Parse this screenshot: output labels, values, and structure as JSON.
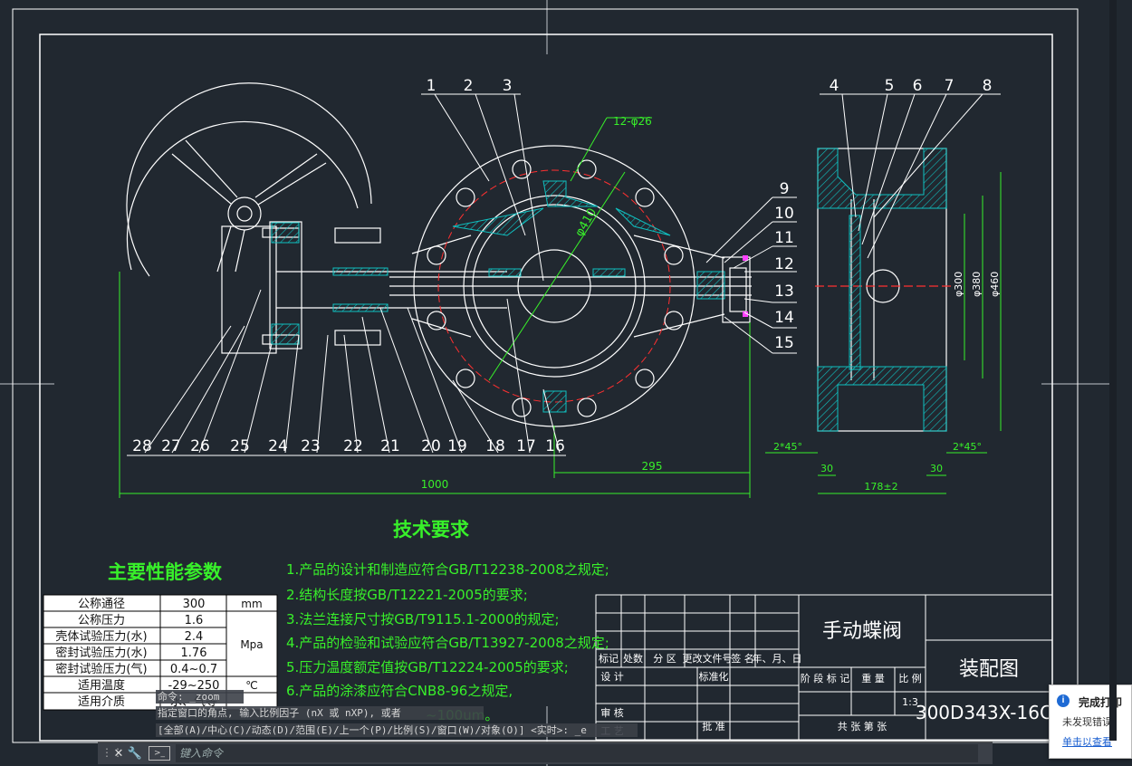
{
  "drawing": {
    "part_numbers_top_left": [
      "1",
      "2",
      "3"
    ],
    "part_numbers_top_right": [
      "4",
      "5",
      "6",
      "7",
      "8"
    ],
    "part_numbers_right": [
      "9",
      "10",
      "11",
      "12",
      "13",
      "14",
      "15"
    ],
    "part_numbers_bottom": [
      "28",
      "27",
      "26",
      "25",
      "24",
      "23",
      "22",
      "21",
      "20",
      "19",
      "18",
      "17",
      "16"
    ],
    "dimensions": {
      "bolt_holes": "12-φ26",
      "bolt_circle": "φ410",
      "overall_length": "1000",
      "half_length": "295",
      "dia_300": "φ300",
      "dia_380": "φ380",
      "dia_460": "φ460",
      "chamfer_left": "2*45°",
      "chamfer_right": "2*45°",
      "face_left": "30",
      "face_right": "30",
      "body_width": "178±2"
    }
  },
  "tech_requirements": {
    "title": "技术要求",
    "items": [
      "1.产品的设计和制造应符合GB/T12238-2008之规定;",
      "2.结构长度按GB/T12221-2005的要求;",
      "3.法兰连接尺寸按GB/T9115.1-2000的规定;",
      "4.产品的检验和试验应符合GB/T13927-2008之规定;",
      "5.压力温度额定值按GB/T12224-2005的要求;",
      "6.产品的涂漆应符合CNB8-96之规定,",
      "~100um。"
    ]
  },
  "params": {
    "title": "主要性能参数",
    "rows": [
      {
        "name": "公称通径",
        "value": "300",
        "unit": "mm"
      },
      {
        "name": "公称压力",
        "value": "1.6",
        "unit": ""
      },
      {
        "name": "壳体试验压力(水)",
        "value": "2.4",
        "unit": "Mpa"
      },
      {
        "name": "密封试验压力(水)",
        "value": "1.76",
        "unit": ""
      },
      {
        "name": "密封试验压力(气)",
        "value": "0.4~0.7",
        "unit": ""
      },
      {
        "name": "适用温度",
        "value": "-29~250",
        "unit": "℃"
      },
      {
        "name": "适用介质",
        "value": "水、气等",
        "unit": ""
      }
    ]
  },
  "title_block": {
    "part_name": "手动蝶阀",
    "drawing_type": "装配图",
    "drawing_number": "300D343X-16C-",
    "scale": "1:3",
    "headers": [
      "标记",
      "处数",
      "分 区",
      "更改文件号",
      "签 名",
      "年、月、日"
    ],
    "labels": {
      "design": "设 计",
      "standardize": "标准化",
      "review": "审 核",
      "process": "工 艺",
      "approve": "批 准",
      "stage_mark": "阶 段 标 记",
      "weight": "重 量",
      "ratio": "比 例",
      "sheets": "共   张  第   张"
    }
  },
  "command": {
    "history_1": "命令: _zoom",
    "history_2": "指定窗口的角点, 输入比例因子 (nX 或 nXP), 或者",
    "history_3": "[全部(A)/中心(C)/动态(D)/范围(E)/上一个(P)/比例(S)/窗口(W)/对象(O)] <实时>: _e",
    "placeholder": "键入命令",
    "close_glyph": "✕",
    "tool_glyph": "🔧"
  },
  "toast": {
    "title": "完成打印",
    "message": "未发现错误",
    "link": "单击以查看"
  },
  "colors": {
    "background": "#212830",
    "lines": "#ffffff",
    "green": "#38f02a",
    "red": "#ff3030",
    "hatch": "#10c0c0",
    "magenta": "#ff40ff"
  }
}
